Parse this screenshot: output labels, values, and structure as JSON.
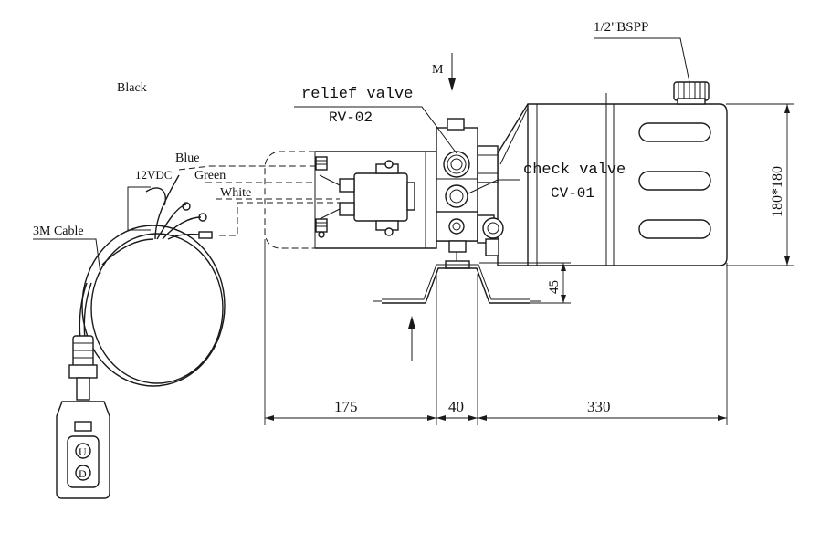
{
  "labels": {
    "bspp": "1/2\"BSPP",
    "arrow_m": "M",
    "black": "Black",
    "relief_valve": "relief valve",
    "rv_code": "RV-02",
    "blue": "Blue",
    "voltage": "12VDC",
    "green": "Green",
    "white": "White",
    "check_valve": "check valve",
    "cv_code": "CV-01",
    "cable": "3M Cable",
    "height_dim": "180*180",
    "dim_45": "45",
    "dim_175": "175",
    "dim_40": "40",
    "dim_330": "330",
    "button_up": "U",
    "button_down": "D"
  }
}
